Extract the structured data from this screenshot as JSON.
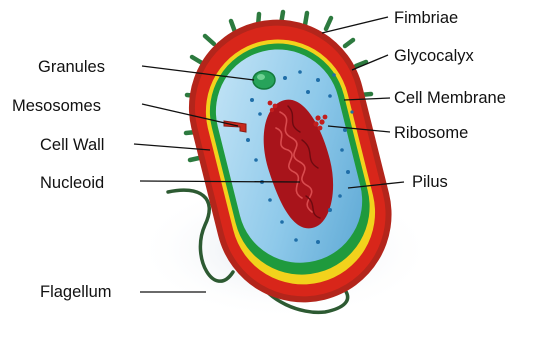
{
  "labels": {
    "fimbriae": "Fimbriae",
    "glycocalyx": "Glycocalyx",
    "cell_membrane": "Cell Membrane",
    "ribosome": "Ribosome",
    "pilus": "Pilus",
    "granules": "Granules",
    "mesosomes": "Mesosomes",
    "cell_wall": "Cell Wall",
    "nucleoid": "Nucleoid",
    "flagellum": "Flagellum"
  },
  "colors": {
    "capsule_outer": "#b3251b",
    "capsule_red": "#d8261a",
    "cell_wall_yellow": "#f2d21c",
    "membrane_green": "#1f9a3d",
    "cytoplasm_blue": "#8ec9ea",
    "nucleoid": "#a8141b",
    "fimbriae_green": "#2d7a3f",
    "flagellum_green": "#2d5a32",
    "ribosome_dots": "#1f6ea8"
  }
}
